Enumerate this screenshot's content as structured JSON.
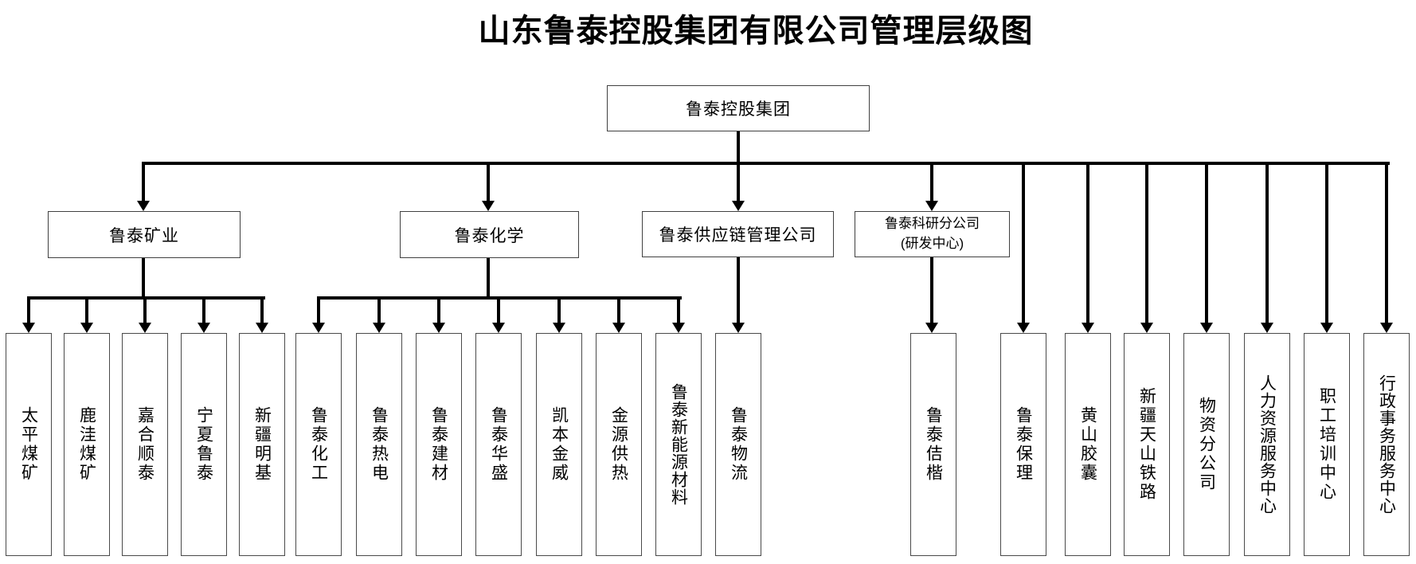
{
  "title": "山东鲁泰控股集团有限公司管理层级图",
  "root": {
    "label": "鲁泰控股集团"
  },
  "divisions": {
    "mining": {
      "label": "鲁泰矿业",
      "children": [
        "太平煤矿",
        "鹿洼煤矿",
        "嘉合顺泰",
        "宁夏鲁泰",
        "新疆明基"
      ]
    },
    "chemical": {
      "label": "鲁泰化学",
      "children": [
        "鲁泰化工",
        "鲁泰热电",
        "鲁泰建材",
        "鲁泰华盛",
        "凯本金威",
        "金源供热",
        "鲁泰新能源材料"
      ]
    },
    "supply_chain": {
      "label": "鲁泰供应链管理公司",
      "children": [
        "鲁泰物流"
      ]
    },
    "research": {
      "label_line1": "鲁泰科研分公司",
      "label_line2": "(研发中心)",
      "children": [
        "鲁泰佶楷"
      ]
    }
  },
  "direct_subsidiaries": [
    "鲁泰保理",
    "黄山胶囊",
    "新疆天山铁路",
    "物资分公司",
    "人力资源服务中心",
    "职工培训中心",
    "行政事务服务中心"
  ]
}
